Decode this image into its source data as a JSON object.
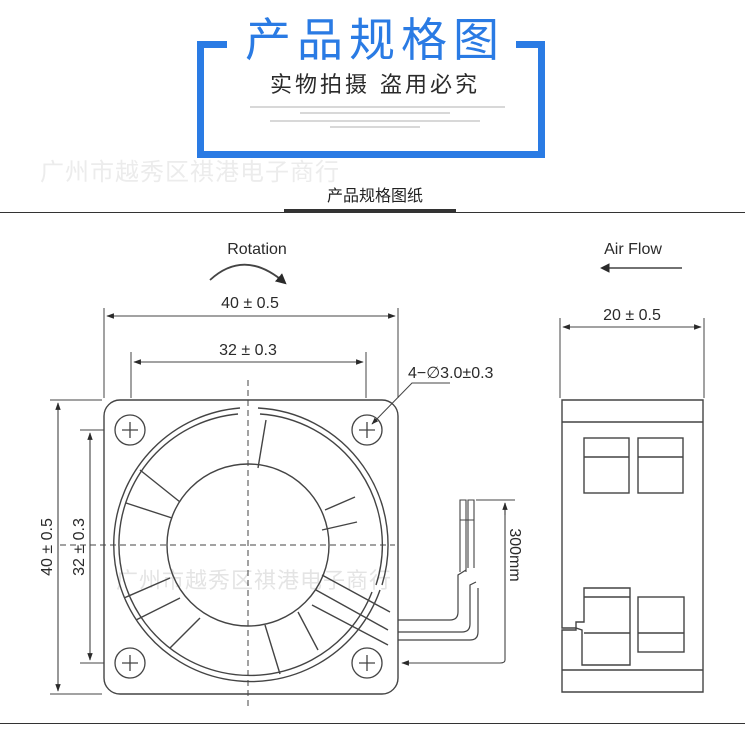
{
  "header": {
    "title": "产品规格图",
    "subtitle": "实物拍摄  盗用必究",
    "accent_color": "#2a7be4"
  },
  "watermark": {
    "text": "广州市越秀区祺港电子商行"
  },
  "section": {
    "label": "产品规格图纸"
  },
  "drawing": {
    "front_view": {
      "rotation_label": "Rotation",
      "width_outer": "40 ± 0.5",
      "width_hole_spacing": "32 ± 0.3",
      "height_outer": "40 ± 0.5",
      "height_hole_spacing": "32 ± 0.3",
      "mounting_holes": "4−∅3.0±0.3",
      "lead_length": "300mm"
    },
    "side_view": {
      "airflow_label": "Air Flow",
      "depth": "20 ± 0.5"
    }
  }
}
